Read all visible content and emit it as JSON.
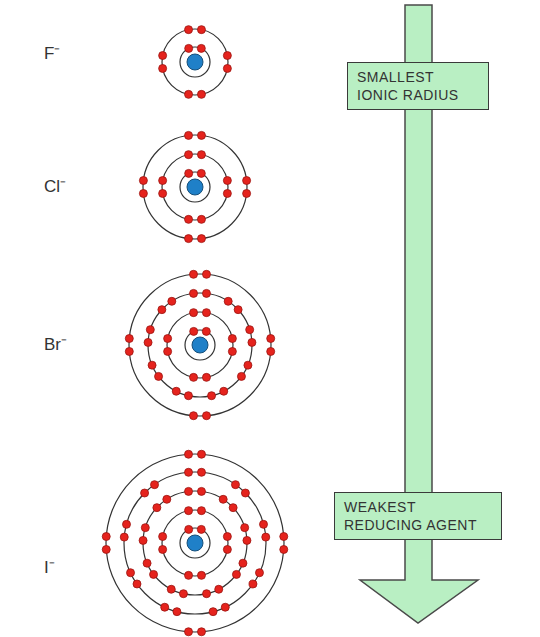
{
  "diagram": {
    "nodes": [
      {
        "text": [
          "SMALLEST IONIC RADIUS"
        ]
      },
      {
        "text": [
          "WEAKEST REDUCING AGENT"
        ]
      }
    ],
    "labels": [
      "F⁻",
      "Cl⁻",
      "Br⁻",
      "I⁻"
    ]
  }
}
